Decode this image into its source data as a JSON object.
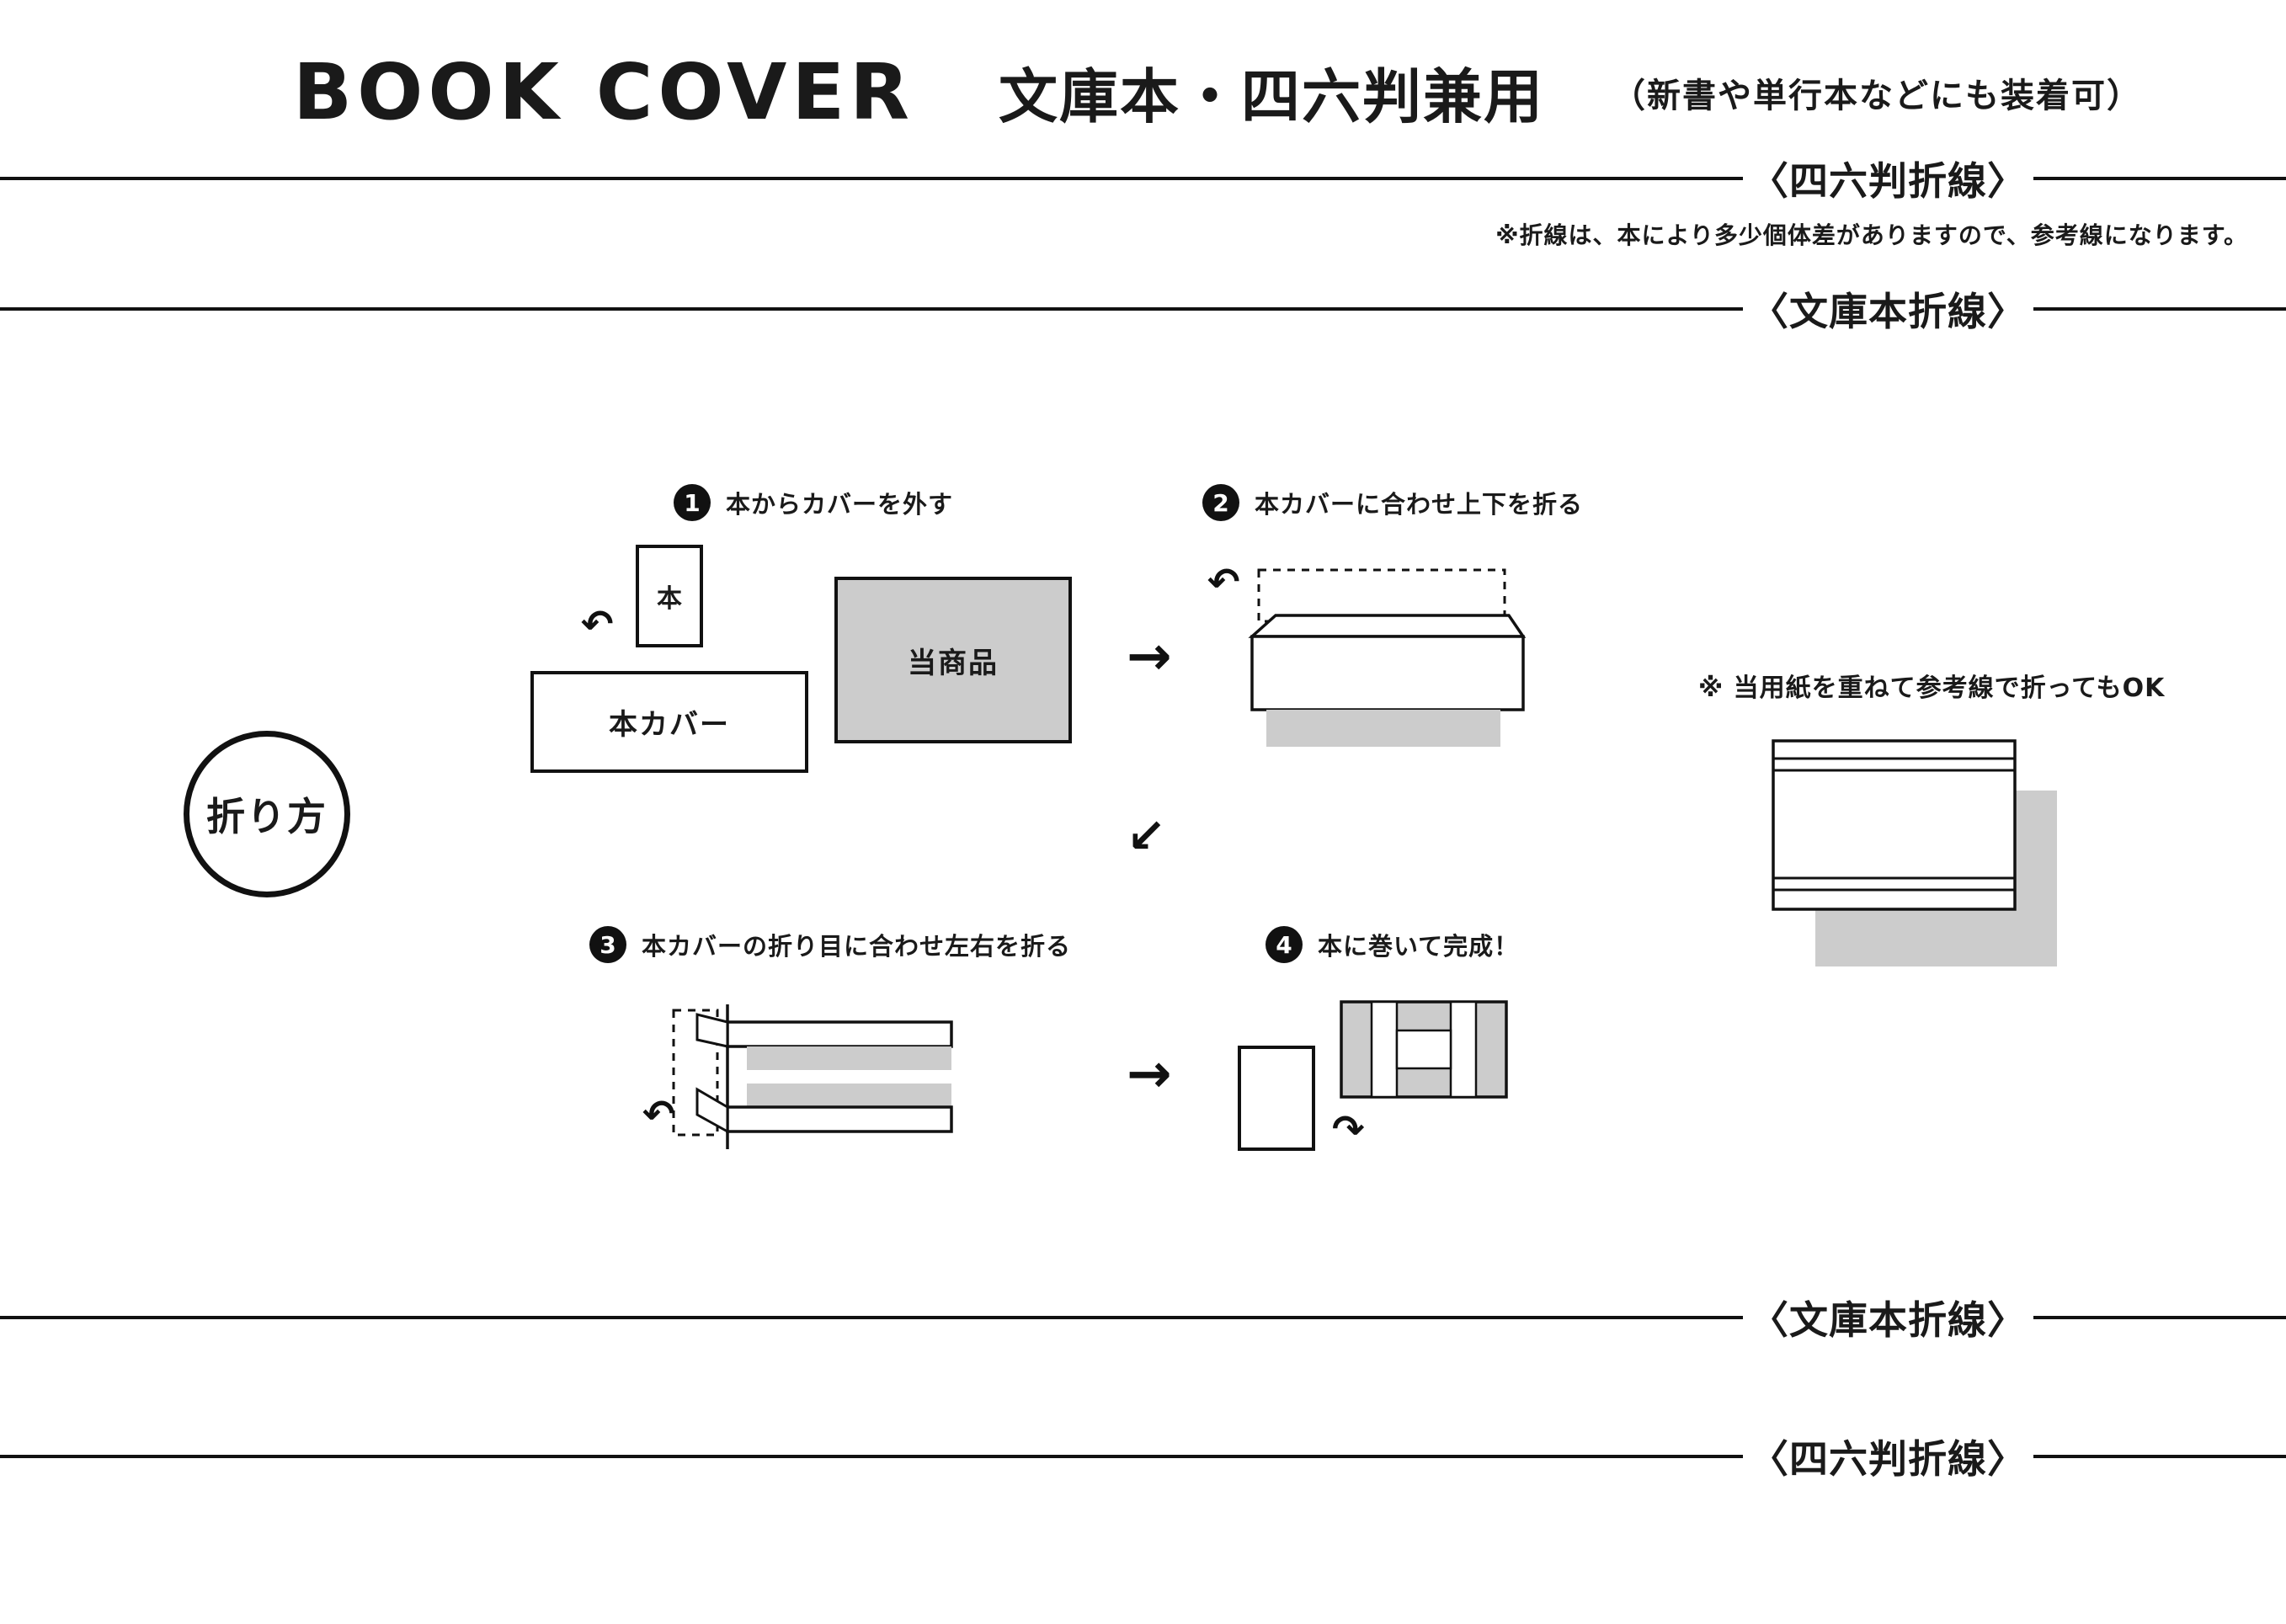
{
  "page": {
    "background": "#ffffff",
    "ink": "#1a1a1a",
    "gray": "#cccccc"
  },
  "header": {
    "title_en": "BOOK COVER",
    "title_ja": "文庫本・四六判兼用",
    "subtitle": "（新書や単行本などにも装着可）"
  },
  "fold_lines": [
    {
      "label": "〈四六判折線〉"
    },
    {
      "label": "〈文庫本折線〉"
    },
    {
      "label": "〈文庫本折線〉"
    },
    {
      "label": "〈四六判折線〉"
    }
  ],
  "note_top": "※折線は、本により多少個体差がありますので、参考線になります。",
  "method_badge": "折り方",
  "steps": [
    {
      "num": "1",
      "label": "本からカバーを外す"
    },
    {
      "num": "2",
      "label": "本カバーに合わせ上下を折る"
    },
    {
      "num": "3",
      "label": "本カバーの折り目に合わせ左右を折る"
    },
    {
      "num": "4",
      "label": "本に巻いて完成！"
    }
  ],
  "labels": {
    "book": "本",
    "cover": "本カバー",
    "product": "当商品"
  },
  "side_note": "※ 当用紙を重ねて参考線で折ってもOK",
  "arrows": {
    "right": "→",
    "down_left": "↙",
    "curl_ccw": "↶",
    "curl_cw": "↷"
  }
}
